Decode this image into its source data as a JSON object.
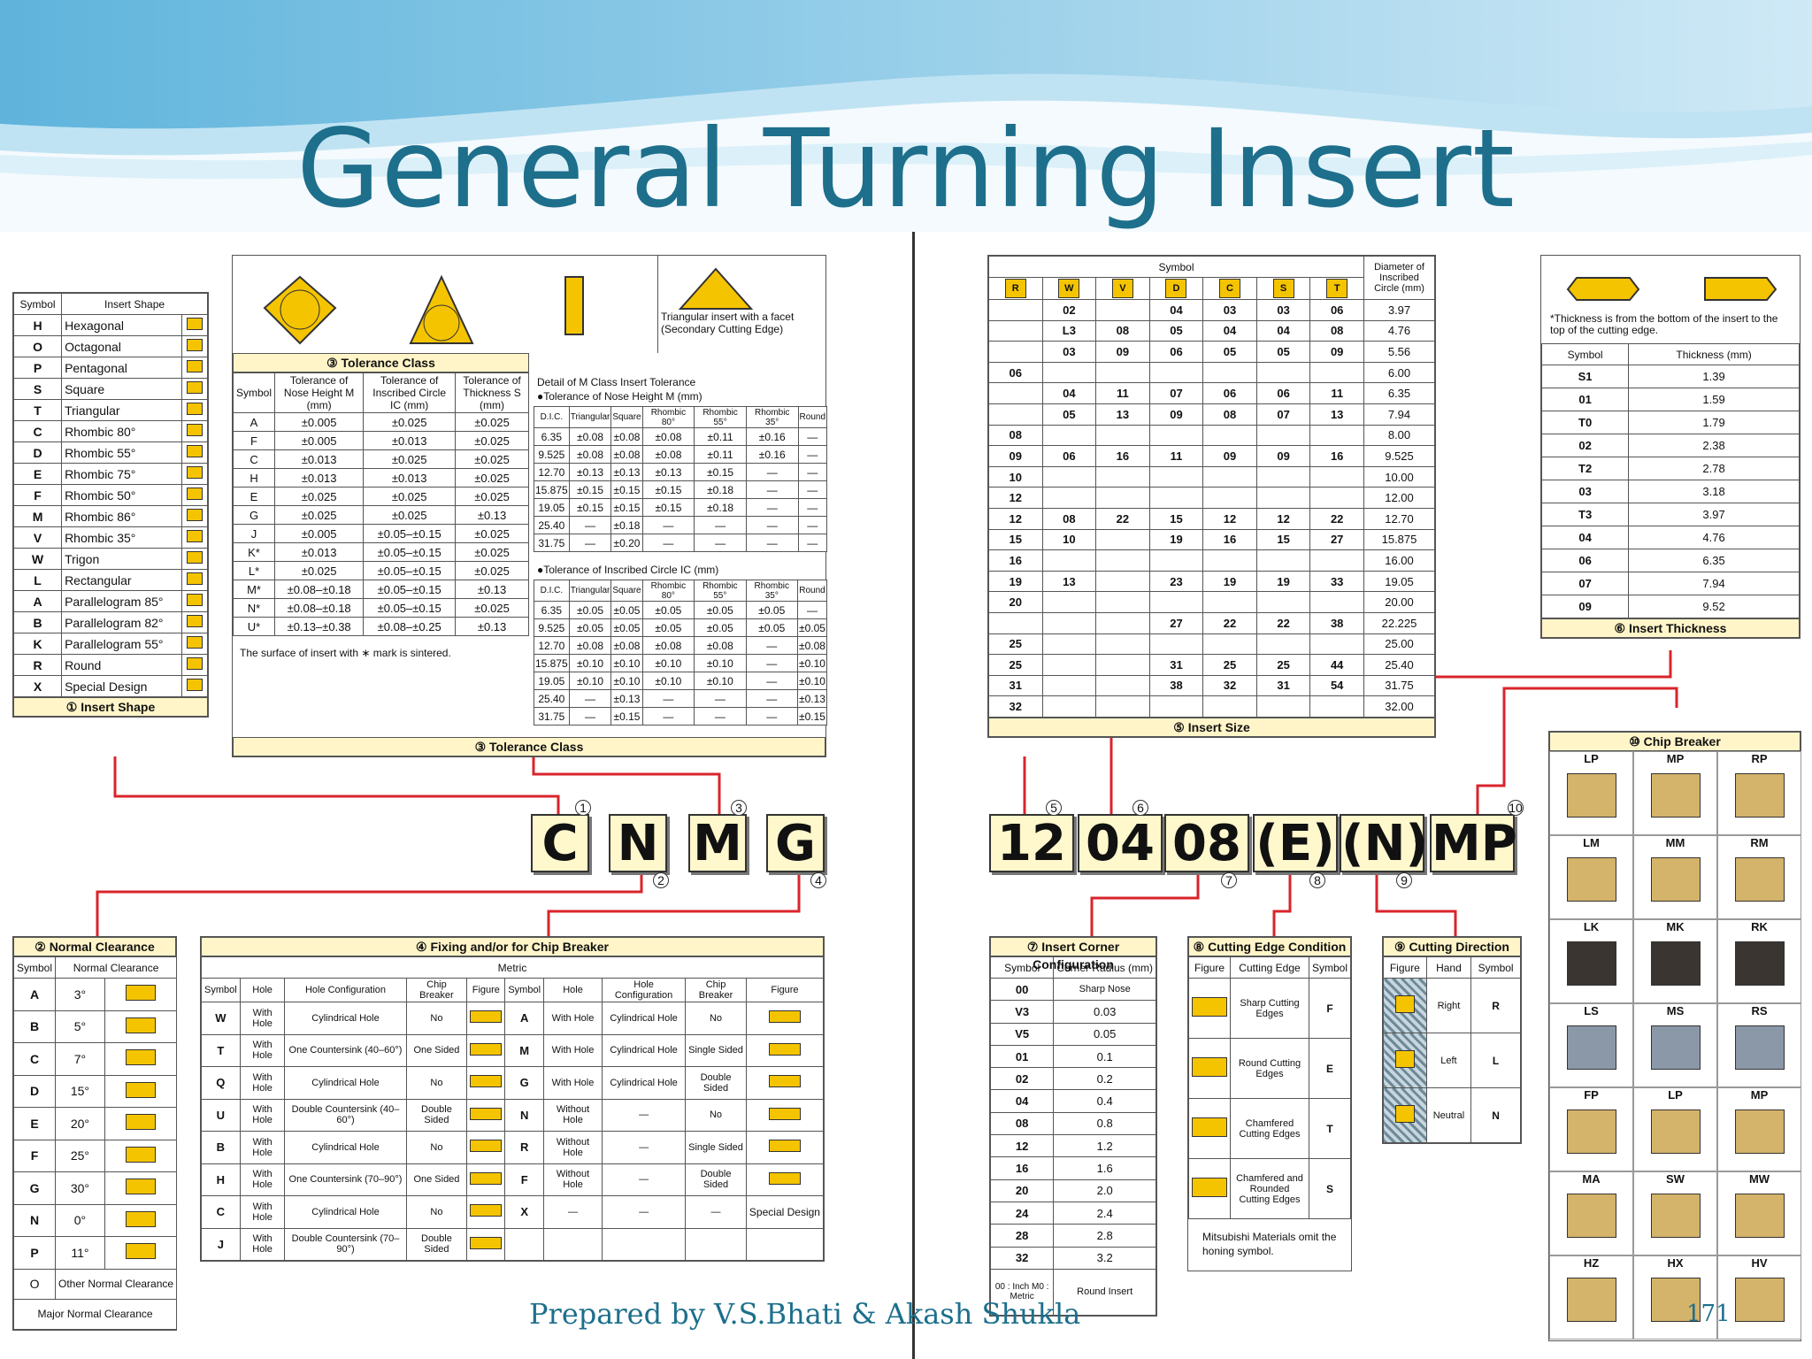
{
  "title": "General Turning Insert",
  "footer": {
    "credit": "Prepared by  V.S.Bhati  &   Akash Shukla",
    "page": "171"
  },
  "code_row_left": [
    "C",
    "N",
    "M",
    "G"
  ],
  "code_row_right": [
    "12",
    "04",
    "08",
    "(E)",
    "(N)",
    "MP"
  ],
  "code_separator": "-",
  "insert_shape": {
    "caption": "① Insert Shape",
    "headers": [
      "Symbol",
      "Insert Shape"
    ],
    "rows": [
      [
        "H",
        "Hexagonal"
      ],
      [
        "O",
        "Octagonal"
      ],
      [
        "P",
        "Pentagonal"
      ],
      [
        "S",
        "Square"
      ],
      [
        "T",
        "Triangular"
      ],
      [
        "C",
        "Rhombic 80°"
      ],
      [
        "D",
        "Rhombic 55°"
      ],
      [
        "E",
        "Rhombic 75°"
      ],
      [
        "F",
        "Rhombic 50°"
      ],
      [
        "M",
        "Rhombic 86°"
      ],
      [
        "V",
        "Rhombic 35°"
      ],
      [
        "W",
        "Trigon"
      ],
      [
        "L",
        "Rectangular"
      ],
      [
        "A",
        "Parallelogram 85°"
      ],
      [
        "B",
        "Parallelogram 82°"
      ],
      [
        "K",
        "Parallelogram 55°"
      ],
      [
        "R",
        "Round"
      ],
      [
        "X",
        "Special Design"
      ]
    ]
  },
  "tolerance": {
    "caption": "③ Tolerance Class",
    "facet_note": "Triangular insert with a facet (Secondary Cutting Edge)",
    "headers": [
      "Symbol",
      "Tolerance of Nose Height M (mm)",
      "Tolerance of Inscribed Circle IC (mm)",
      "Tolerance of Thickness S (mm)"
    ],
    "rows": [
      [
        "A",
        "±0.005",
        "±0.025",
        "±0.025"
      ],
      [
        "F",
        "±0.005",
        "±0.013",
        "±0.025"
      ],
      [
        "C",
        "±0.013",
        "±0.025",
        "±0.025"
      ],
      [
        "H",
        "±0.013",
        "±0.013",
        "±0.025"
      ],
      [
        "E",
        "±0.025",
        "±0.025",
        "±0.025"
      ],
      [
        "G",
        "±0.025",
        "±0.025",
        "±0.13"
      ],
      [
        "J",
        "±0.005",
        "±0.05–±0.15",
        "±0.025"
      ],
      [
        "K*",
        "±0.013",
        "±0.05–±0.15",
        "±0.025"
      ],
      [
        "L*",
        "±0.025",
        "±0.05–±0.15",
        "±0.025"
      ],
      [
        "M*",
        "±0.08–±0.18",
        "±0.05–±0.15",
        "±0.13"
      ],
      [
        "N*",
        "±0.08–±0.18",
        "±0.05–±0.15",
        "±0.025"
      ],
      [
        "U*",
        "±0.13–±0.38",
        "±0.08–±0.25",
        "±0.13"
      ]
    ],
    "note": "The surface of insert with ∗ mark is sintered.",
    "detail_title": "Detail of M Class Insert Tolerance",
    "nose_title": "●Tolerance of Nose Height M (mm)",
    "ic_title": "●Tolerance of Inscribed Circle IC (mm)",
    "detail_headers": [
      "D.I.C.",
      "Triangular",
      "Square",
      "Rhombic 80°",
      "Rhombic 55°",
      "Rhombic 35°",
      "Round"
    ],
    "nose_rows": [
      [
        "6.35",
        "±0.08",
        "±0.08",
        "±0.08",
        "±0.11",
        "±0.16",
        "—"
      ],
      [
        "9.525",
        "±0.08",
        "±0.08",
        "±0.08",
        "±0.11",
        "±0.16",
        "—"
      ],
      [
        "12.70",
        "±0.13",
        "±0.13",
        "±0.13",
        "±0.15",
        "—",
        "—"
      ],
      [
        "15.875",
        "±0.15",
        "±0.15",
        "±0.15",
        "±0.18",
        "—",
        "—"
      ],
      [
        "19.05",
        "±0.15",
        "±0.15",
        "±0.15",
        "±0.18",
        "—",
        "—"
      ],
      [
        "25.40",
        "—",
        "±0.18",
        "—",
        "—",
        "—",
        "—"
      ],
      [
        "31.75",
        "—",
        "±0.20",
        "—",
        "—",
        "—",
        "—"
      ]
    ],
    "ic_rows": [
      [
        "6.35",
        "±0.05",
        "±0.05",
        "±0.05",
        "±0.05",
        "±0.05",
        "—"
      ],
      [
        "9.525",
        "±0.05",
        "±0.05",
        "±0.05",
        "±0.05",
        "±0.05",
        "±0.05"
      ],
      [
        "12.70",
        "±0.08",
        "±0.08",
        "±0.08",
        "±0.08",
        "—",
        "±0.08"
      ],
      [
        "15.875",
        "±0.10",
        "±0.10",
        "±0.10",
        "±0.10",
        "—",
        "±0.10"
      ],
      [
        "19.05",
        "±0.10",
        "±0.10",
        "±0.10",
        "±0.10",
        "—",
        "±0.10"
      ],
      [
        "25.40",
        "—",
        "±0.13",
        "—",
        "—",
        "—",
        "±0.13"
      ],
      [
        "31.75",
        "—",
        "±0.15",
        "—",
        "—",
        "—",
        "±0.15"
      ]
    ]
  },
  "insert_size": {
    "caption": "⑤ Insert Size",
    "symbol_header": "Symbol",
    "diam_header": "Diameter of Inscribed Circle (mm)",
    "icons": [
      "R",
      "W",
      "V",
      "D",
      "C",
      "S",
      "T"
    ],
    "rows": [
      [
        "",
        "02",
        "",
        "04",
        "03",
        "03",
        "06",
        "3.97"
      ],
      [
        "",
        "L3",
        "08",
        "05",
        "04",
        "04",
        "08",
        "4.76"
      ],
      [
        "",
        "03",
        "09",
        "06",
        "05",
        "05",
        "09",
        "5.56"
      ],
      [
        "06",
        "",
        "",
        "",
        "",
        "",
        "",
        "6.00"
      ],
      [
        "",
        "04",
        "11",
        "07",
        "06",
        "06",
        "11",
        "6.35"
      ],
      [
        "",
        "05",
        "13",
        "09",
        "08",
        "07",
        "13",
        "7.94"
      ],
      [
        "08",
        "",
        "",
        "",
        "",
        "",
        "",
        "8.00"
      ],
      [
        "09",
        "06",
        "16",
        "11",
        "09",
        "09",
        "16",
        "9.525"
      ],
      [
        "10",
        "",
        "",
        "",
        "",
        "",
        "",
        "10.00"
      ],
      [
        "12",
        "",
        "",
        "",
        "",
        "",
        "",
        "12.00"
      ],
      [
        "12",
        "08",
        "22",
        "15",
        "12",
        "12",
        "22",
        "12.70"
      ],
      [
        "15",
        "10",
        "",
        "19",
        "16",
        "15",
        "27",
        "15.875"
      ],
      [
        "16",
        "",
        "",
        "",
        "",
        "",
        "",
        "16.00"
      ],
      [
        "19",
        "13",
        "",
        "23",
        "19",
        "19",
        "33",
        "19.05"
      ],
      [
        "20",
        "",
        "",
        "",
        "",
        "",
        "",
        "20.00"
      ],
      [
        "",
        "",
        "",
        "27",
        "22",
        "22",
        "38",
        "22.225"
      ],
      [
        "25",
        "",
        "",
        "",
        "",
        "",
        "",
        "25.00"
      ],
      [
        "25",
        "",
        "",
        "31",
        "25",
        "25",
        "44",
        "25.40"
      ],
      [
        "31",
        "",
        "",
        "38",
        "32",
        "31",
        "54",
        "31.75"
      ],
      [
        "32",
        "",
        "",
        "",
        "",
        "",
        "",
        "32.00"
      ]
    ]
  },
  "thickness": {
    "caption": "⑥ Insert Thickness",
    "note": "*Thickness is from the bottom of the insert to the top of the cutting edge.",
    "headers": [
      "Symbol",
      "Thickness (mm)"
    ],
    "rows": [
      [
        "S1",
        "1.39"
      ],
      [
        "01",
        "1.59"
      ],
      [
        "T0",
        "1.79"
      ],
      [
        "02",
        "2.38"
      ],
      [
        "T2",
        "2.78"
      ],
      [
        "03",
        "3.18"
      ],
      [
        "T3",
        "3.97"
      ],
      [
        "04",
        "4.76"
      ],
      [
        "06",
        "6.35"
      ],
      [
        "07",
        "7.94"
      ],
      [
        "09",
        "9.52"
      ]
    ]
  },
  "clearance": {
    "caption": "② Normal Clearance",
    "headers": [
      "Symbol",
      "Normal Clearance"
    ],
    "rows": [
      [
        "A",
        "3°"
      ],
      [
        "B",
        "5°"
      ],
      [
        "C",
        "7°"
      ],
      [
        "D",
        "15°"
      ],
      [
        "E",
        "20°"
      ],
      [
        "F",
        "25°"
      ],
      [
        "G",
        "30°"
      ],
      [
        "N",
        "0°"
      ],
      [
        "P",
        "11°"
      ]
    ],
    "other": [
      "O",
      "Other Normal Clearance"
    ],
    "major": "Major Normal Clearance"
  },
  "fixing": {
    "caption": "④ Fixing and/or for Chip Breaker",
    "metric": "Metric",
    "headers": [
      "Symbol",
      "Hole",
      "Hole Configuration",
      "Chip Breaker",
      "Figure"
    ],
    "left_rows": [
      [
        "W",
        "With Hole",
        "Cylindrical Hole",
        "No"
      ],
      [
        "T",
        "With Hole",
        "One Countersink (40–60°)",
        "One Sided"
      ],
      [
        "Q",
        "With Hole",
        "Cylindrical Hole",
        "No"
      ],
      [
        "U",
        "With Hole",
        "Double Countersink (40–60°)",
        "Double Sided"
      ],
      [
        "B",
        "With Hole",
        "Cylindrical Hole",
        "No"
      ],
      [
        "H",
        "With Hole",
        "One Countersink (70–90°)",
        "One Sided"
      ],
      [
        "C",
        "With Hole",
        "Cylindrical Hole",
        "No"
      ],
      [
        "J",
        "With Hole",
        "Double Countersink (70–90°)",
        "Double Sided"
      ]
    ],
    "right_rows": [
      [
        "A",
        "With Hole",
        "Cylindrical Hole",
        "No"
      ],
      [
        "M",
        "With Hole",
        "Cylindrical Hole",
        "Single Sided"
      ],
      [
        "G",
        "With Hole",
        "Cylindrical Hole",
        "Double Sided"
      ],
      [
        "N",
        "Without Hole",
        "—",
        "No"
      ],
      [
        "R",
        "Without Hole",
        "—",
        "Single Sided"
      ],
      [
        "F",
        "Without Hole",
        "—",
        "Double Sided"
      ],
      [
        "X",
        "—",
        "—",
        "—"
      ]
    ],
    "special": "Special Design"
  },
  "corner": {
    "caption": "⑦ Insert Corner Configuration",
    "headers": [
      "Symbol",
      "Corner Radius (mm)"
    ],
    "rows": [
      [
        "00",
        "Sharp Nose"
      ],
      [
        "V3",
        "0.03"
      ],
      [
        "V5",
        "0.05"
      ],
      [
        "01",
        "0.1"
      ],
      [
        "02",
        "0.2"
      ],
      [
        "04",
        "0.4"
      ],
      [
        "08",
        "0.8"
      ],
      [
        "12",
        "1.2"
      ],
      [
        "16",
        "1.6"
      ],
      [
        "20",
        "2.0"
      ],
      [
        "24",
        "2.4"
      ],
      [
        "28",
        "2.8"
      ],
      [
        "32",
        "3.2"
      ],
      [
        "00 : Inch M0 : Metric",
        "Round Insert"
      ]
    ]
  },
  "edge": {
    "caption": "⑧ Cutting Edge Condition",
    "headers": [
      "Figure",
      "Cutting Edge",
      "Symbol"
    ],
    "rows": [
      [
        "Sharp Cutting Edges",
        "F"
      ],
      [
        "Round Cutting Edges",
        "E"
      ],
      [
        "Chamfered Cutting Edges",
        "T"
      ],
      [
        "Chamfered and Rounded Cutting Edges",
        "S"
      ]
    ],
    "note": "Mitsubishi Materials omit the honing symbol."
  },
  "direction": {
    "caption": "⑨ Cutting Direction",
    "headers": [
      "Figure",
      "Hand",
      "Symbol"
    ],
    "rows": [
      [
        "Right",
        "R"
      ],
      [
        "Left",
        "L"
      ],
      [
        "Neutral",
        "N"
      ]
    ]
  },
  "chip_breaker": {
    "caption": "⑩ Chip Breaker",
    "names": [
      [
        "LP",
        "MP",
        "RP"
      ],
      [
        "LM",
        "MM",
        "RM"
      ],
      [
        "LK",
        "MK",
        "RK"
      ],
      [
        "LS",
        "MS",
        "RS"
      ],
      [
        "FP",
        "LP",
        "MP"
      ],
      [
        "MA",
        "SW",
        "MW"
      ],
      [
        "HZ",
        "HX",
        "HV"
      ]
    ]
  },
  "colors": {
    "title": "#1d6f8c",
    "accent": "#f5c400",
    "connector": "#d9242b",
    "caption_bg": "#fff5c8"
  }
}
